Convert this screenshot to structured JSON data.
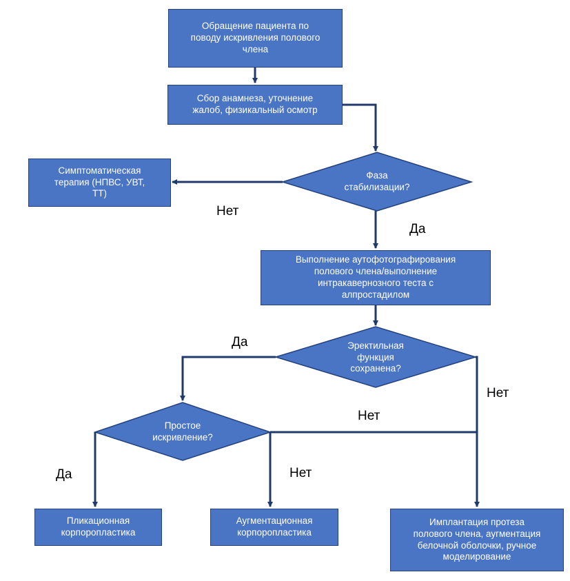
{
  "colors": {
    "node_fill": "#4a74c4",
    "node_border": "#23407c",
    "line": "#1f3a6b",
    "text": "#ffffff",
    "label": "#000000"
  },
  "nodes": {
    "start": "Обращение пациента по\nповоду искривления полового\nчлена",
    "history": "Сбор анамнеза, уточнение\nжалоб, физикальный осмотр",
    "symptomatic": "Симптоматическая\nтерапия (НПВС, УВТ,\nТТ)",
    "phase_q": "Фаза\nстабилизации?",
    "photo_test": "Выполнение аутофотографирования\nполового члена/выполнение\nинтракавернозного теста с\nалпростадилом",
    "erectile_q": "Эректильная\nфункция\nсохранена?",
    "simple_q": "Простое\nискривление?",
    "plication": "Пликационная\nкорпоропластика",
    "augmentation": "Аугментационная\nкорпоропластика",
    "implant": "Имплантация протеза\nполового члена, аугментация\nбелочной оболочки, ручное\nмоделирование"
  },
  "edge_labels": {
    "phase_no": "Нет",
    "phase_yes": "Да",
    "erectile_yes": "Да",
    "erectile_no_right": "Нет",
    "erectile_no_mid": "Нет",
    "simple_yes": "Да",
    "simple_no": "Нет"
  }
}
